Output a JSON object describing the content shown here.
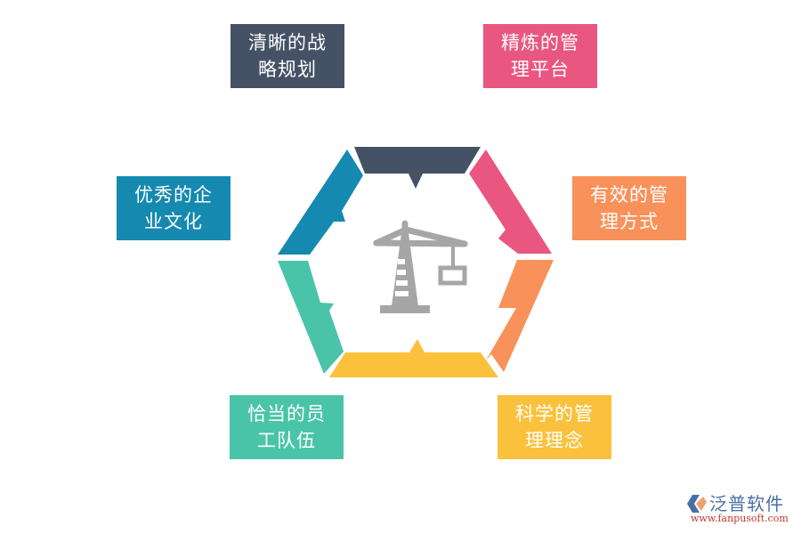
{
  "diagram": {
    "title_icon": "crane-icon",
    "segments": [
      {
        "id": "top",
        "color": "#455266",
        "label_lines": [
          "清晰的战",
          "略规划"
        ]
      },
      {
        "id": "top-right",
        "color": "#e95680",
        "label_lines": [
          "精炼的管",
          "理平台"
        ]
      },
      {
        "id": "bottom-right",
        "color": "#f8925a",
        "label_lines": [
          "有效的管",
          "理方式"
        ]
      },
      {
        "id": "bottom",
        "color": "#fbc13c",
        "label_lines": [
          "科学的管",
          "理理念"
        ]
      },
      {
        "id": "bottom-left",
        "color": "#4ac4a8",
        "label_lines": [
          "恰当的员",
          "工队伍"
        ]
      },
      {
        "id": "top-left",
        "color": "#1589b0",
        "label_lines": [
          "优秀的企",
          "业文化"
        ]
      }
    ],
    "center_icon_color": "#a6a6a6"
  },
  "watermark": {
    "brand": "泛普软件",
    "url": "www.fanpusoft.com"
  }
}
